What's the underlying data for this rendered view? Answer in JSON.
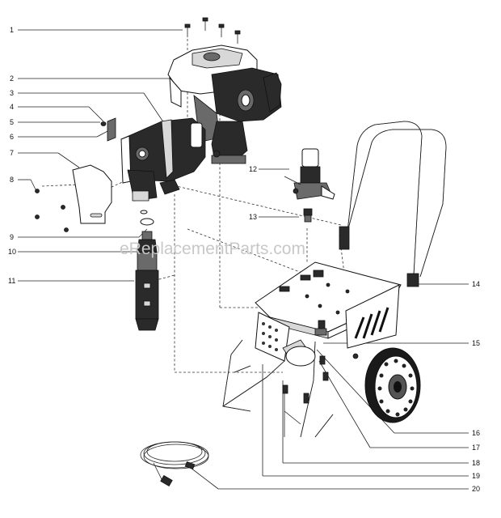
{
  "diagram": {
    "watermark": "eReplacementParts.com",
    "callouts_left": [
      "1",
      "2",
      "3",
      "4",
      "5",
      "6",
      "7",
      "8",
      "9",
      "10",
      "11"
    ],
    "callouts_right": [
      "12",
      "13",
      "14",
      "15",
      "16",
      "17",
      "18",
      "19",
      "20"
    ]
  }
}
